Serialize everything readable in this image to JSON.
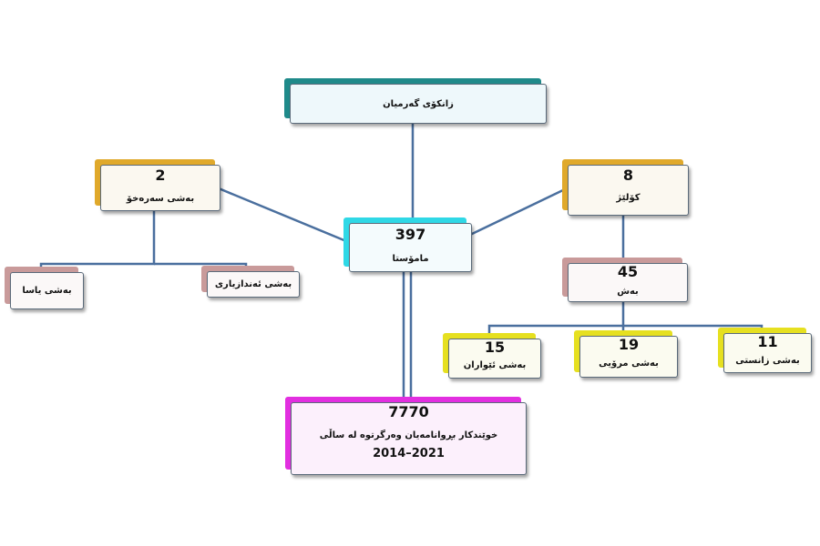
{
  "colors": {
    "line": "#4a6f9e",
    "teal": "#1f8a8a",
    "gold": "#e0a92b",
    "cyan": "#2fd8e6",
    "rose": "#c99a9a",
    "yellow": "#e6e020",
    "magenta": "#e22fe0"
  },
  "university": {
    "label": "زانکۆی گەرمیان"
  },
  "staff": {
    "value": "397",
    "label": "مامۆستا"
  },
  "presidency_depts": {
    "value": "2",
    "label": "بەشی سەرەخۆ"
  },
  "law_dept": {
    "label": "بەشی یاسا"
  },
  "engineering_dept": {
    "label": "بەشی ئەندازیاری"
  },
  "colleges": {
    "value": "8",
    "label": "کۆلێژ"
  },
  "departments": {
    "value": "45",
    "label": "بەش"
  },
  "science_depts": {
    "value": "11",
    "label": "بەشی زانستی"
  },
  "human_depts": {
    "value": "19",
    "label": "بەشی مرۆیی"
  },
  "basic_ed_depts": {
    "value": "15",
    "label": "بەشی ئێواران"
  },
  "graduates": {
    "value": "7770",
    "label": "خوێندکار بڕوانامەیان وەرگرتوە لە ساڵی",
    "years": "2014–2021"
  }
}
